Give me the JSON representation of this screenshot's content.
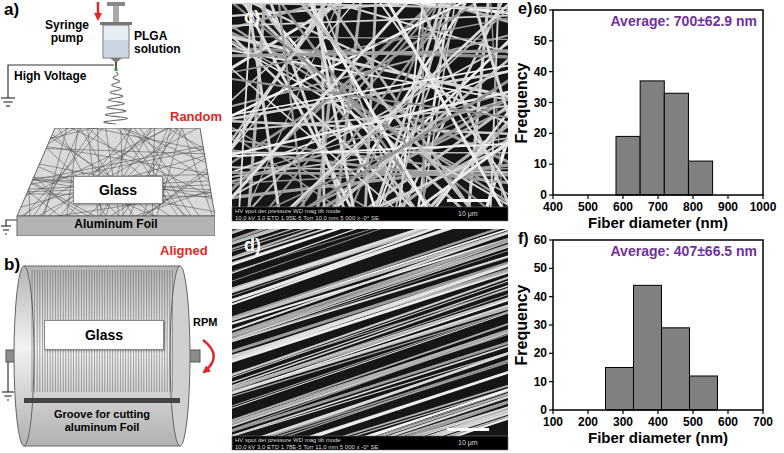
{
  "diagram": {
    "nodes": [
      {
        "text": [
          "Aluminum Foil"
        ]
      },
      {
        "text": [
          "Glass"
        ],
        "in": 0
      },
      {
        "text": [
          "Groove for cutting aluminum Foil"
        ]
      },
      {
        "text": [
          "Glass"
        ],
        "in": 2
      }
    ],
    "labels": [
      "a)",
      "Syringe pump",
      "PLGA solution",
      "High Voltage",
      "Random",
      "b)",
      "Aligned",
      "RPM",
      "c)",
      "HV spot det pressure WD mag tilt mode",
      "10.0 kV 3.0 ETD 1.95E-5 Torr 10.0 mm 5 000 x -0° SE",
      "10 μm",
      "d)",
      "HV spot det pressure WD mag tilt mode",
      "10.0 kV 3.0 ETD 1.78E-5 Torr 11.0 mm 5 000 x -0° SE",
      "10 μm",
      "e)",
      "Average: 700±62.9 nm",
      "Frequency",
      "0",
      "10",
      "20",
      "30",
      "40",
      "50",
      "60",
      "400",
      "500",
      "600",
      "700",
      "800",
      "900",
      "1000",
      "Fiber diameter (nm)",
      "f)",
      "Average: 407±66.5 nm",
      "Frequency",
      "0",
      "10",
      "20",
      "30",
      "40",
      "50",
      "60",
      "100",
      "200",
      "300",
      "400",
      "500",
      "600",
      "700",
      "Fiber diameter (nm)"
    ]
  }
}
